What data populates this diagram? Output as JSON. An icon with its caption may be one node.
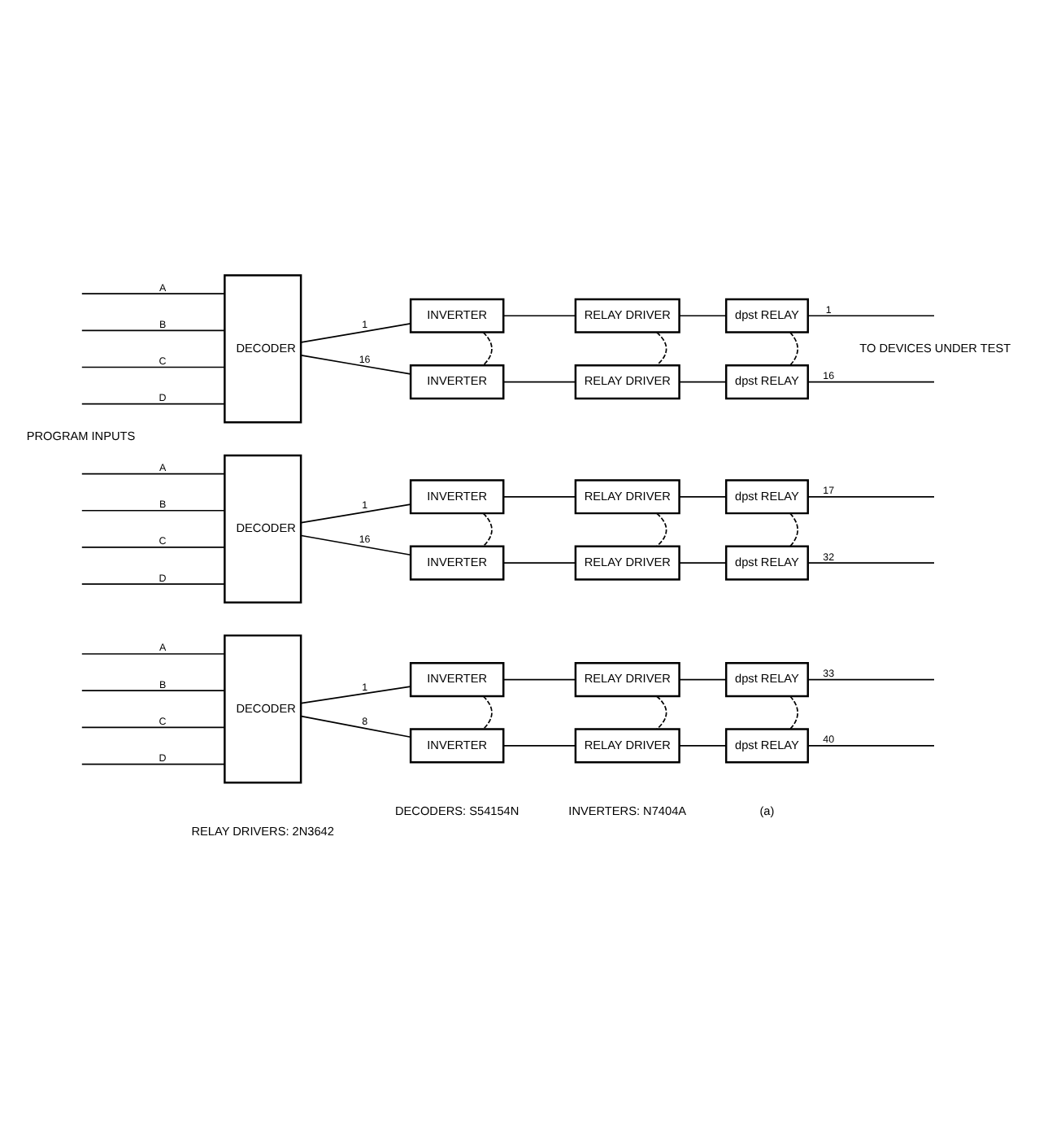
{
  "diagram": {
    "nodes": [
      {
        "text": [
          "DECODER"
        ]
      },
      {
        "text": [
          "INVERTER"
        ]
      },
      {
        "text": [
          "RELAY DRIVER"
        ]
      },
      {
        "text": [
          "dpst RELAY"
        ]
      },
      {
        "text": [
          "INVERTER"
        ]
      },
      {
        "text": [
          "RELAY DRIVER"
        ]
      },
      {
        "text": [
          "dpst RELAY"
        ]
      },
      {
        "text": [
          "DECODER"
        ]
      },
      {
        "text": [
          "INVERTER"
        ]
      },
      {
        "text": [
          "RELAY DRIVER"
        ]
      },
      {
        "text": [
          "dpst RELAY"
        ]
      },
      {
        "text": [
          "INVERTER"
        ]
      },
      {
        "text": [
          "RELAY DRIVER"
        ]
      },
      {
        "text": [
          "dpst RELAY"
        ]
      },
      {
        "text": [
          "DECODER"
        ]
      },
      {
        "text": [
          "INVERTER"
        ]
      },
      {
        "text": [
          "RELAY DRIVER"
        ]
      },
      {
        "text": [
          "dpst RELAY"
        ]
      },
      {
        "text": [
          "INVERTER"
        ]
      },
      {
        "text": [
          "RELAY DRIVER"
        ]
      },
      {
        "text": [
          "dpst RELAY"
        ]
      }
    ],
    "edges": [
      {
        "from": null,
        "to": 0,
        "arrow": "none",
        "label": "A"
      },
      {
        "from": null,
        "to": 0,
        "arrow": "none",
        "label": "B"
      },
      {
        "from": null,
        "to": 0,
        "arrow": "none",
        "label": "C"
      },
      {
        "from": null,
        "to": 0,
        "arrow": "none",
        "label": "D"
      },
      {
        "from": 0,
        "to": 1,
        "arrow": "none",
        "label": "1"
      },
      {
        "from": 0,
        "to": 4,
        "arrow": "none",
        "label": "16"
      },
      {
        "from": 1,
        "to": 2,
        "arrow": "none"
      },
      {
        "from": 2,
        "to": 3,
        "arrow": "none"
      },
      {
        "from": 4,
        "to": 5,
        "arrow": "none"
      },
      {
        "from": 5,
        "to": 6,
        "arrow": "none"
      },
      {
        "from": 1,
        "to": 4,
        "arrow": "none",
        "style": "dashed"
      },
      {
        "from": 2,
        "to": 5,
        "arrow": "none",
        "style": "dashed"
      },
      {
        "from": 3,
        "to": 6,
        "arrow": "none",
        "style": "dashed"
      },
      {
        "from": 3,
        "to": null,
        "arrow": "none",
        "label": "1"
      },
      {
        "from": 6,
        "to": null,
        "arrow": "none",
        "label": "16"
      },
      {
        "from": null,
        "to": 7,
        "arrow": "none",
        "label": "A"
      },
      {
        "from": null,
        "to": 7,
        "arrow": "none",
        "label": "B"
      },
      {
        "from": null,
        "to": 7,
        "arrow": "none",
        "label": "C"
      },
      {
        "from": null,
        "to": 7,
        "arrow": "none",
        "label": "D"
      },
      {
        "from": 7,
        "to": 8,
        "arrow": "none",
        "label": "1"
      },
      {
        "from": 7,
        "to": 11,
        "arrow": "none",
        "label": "16"
      },
      {
        "from": 8,
        "to": 9,
        "arrow": "none"
      },
      {
        "from": 9,
        "to": 10,
        "arrow": "none"
      },
      {
        "from": 11,
        "to": 12,
        "arrow": "none"
      },
      {
        "from": 12,
        "to": 13,
        "arrow": "none"
      },
      {
        "from": 8,
        "to": 11,
        "arrow": "none",
        "style": "dashed"
      },
      {
        "from": 9,
        "to": 12,
        "arrow": "none",
        "style": "dashed"
      },
      {
        "from": 10,
        "to": 13,
        "arrow": "none",
        "style": "dashed"
      },
      {
        "from": 10,
        "to": null,
        "arrow": "none",
        "label": "17"
      },
      {
        "from": 13,
        "to": null,
        "arrow": "none",
        "label": "32"
      },
      {
        "from": null,
        "to": 14,
        "arrow": "none",
        "label": "A"
      },
      {
        "from": null,
        "to": 14,
        "arrow": "none",
        "label": "B"
      },
      {
        "from": null,
        "to": 14,
        "arrow": "none",
        "label": "C"
      },
      {
        "from": null,
        "to": 14,
        "arrow": "none",
        "label": "D"
      },
      {
        "from": 14,
        "to": 15,
        "arrow": "none",
        "label": "1"
      },
      {
        "from": 14,
        "to": 18,
        "arrow": "none",
        "label": "8"
      },
      {
        "from": 15,
        "to": 16,
        "arrow": "none"
      },
      {
        "from": 16,
        "to": 17,
        "arrow": "none"
      },
      {
        "from": 18,
        "to": 19,
        "arrow": "none"
      },
      {
        "from": 19,
        "to": 20,
        "arrow": "none"
      },
      {
        "from": 15,
        "to": 18,
        "arrow": "none",
        "style": "dashed"
      },
      {
        "from": 16,
        "to": 19,
        "arrow": "none",
        "style": "dashed"
      },
      {
        "from": 17,
        "to": 20,
        "arrow": "none",
        "style": "dashed"
      },
      {
        "from": 17,
        "to": null,
        "arrow": "none",
        "label": "33"
      },
      {
        "from": 20,
        "to": null,
        "arrow": "none",
        "label": "40"
      }
    ],
    "labels": [
      "PROGRAM INPUTS",
      "TO DEVICES UNDER TEST",
      "RELAY DRIVERS: 2N3642",
      "DECODERS: S54154N",
      "INVERTERS: N7404A",
      "(a)"
    ]
  }
}
